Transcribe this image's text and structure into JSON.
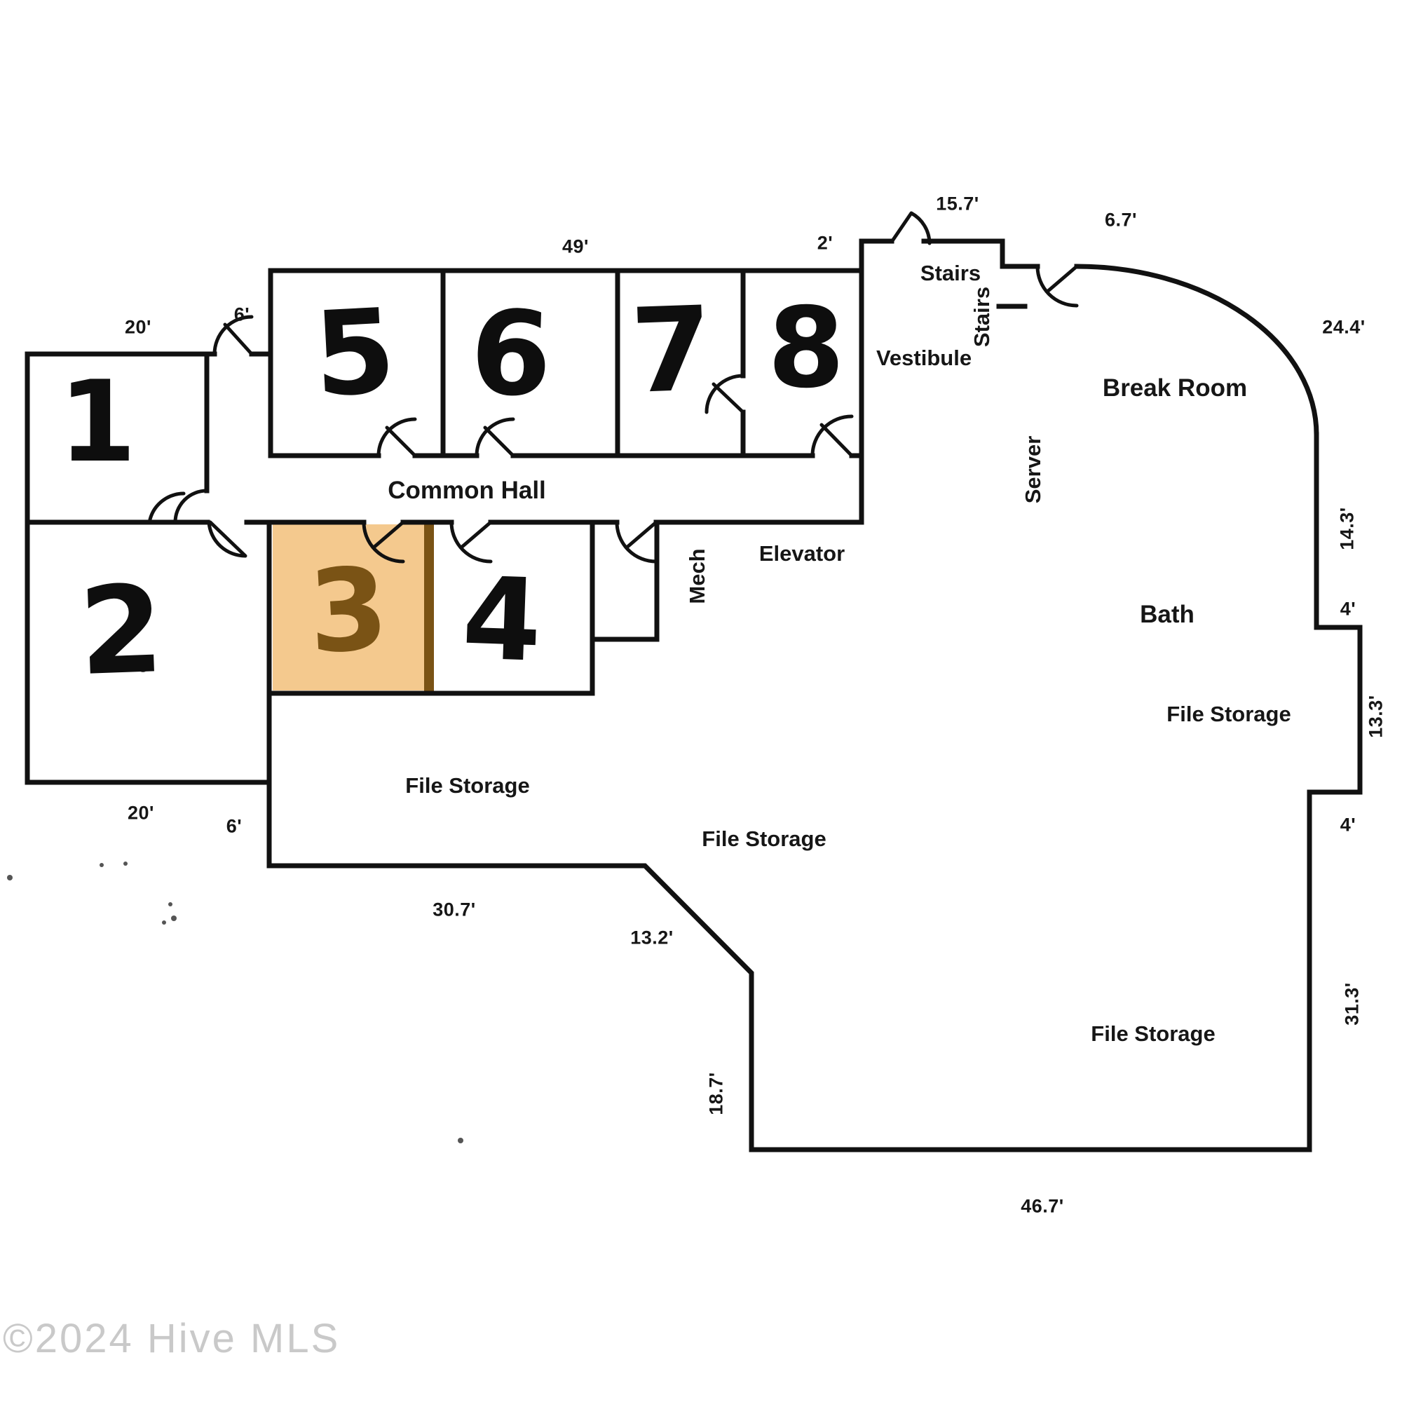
{
  "watermark": {
    "text": "©2024 Hive MLS"
  },
  "units": {
    "u1": "1",
    "u2": "2",
    "u3": "3",
    "u4": "4",
    "u5": "5",
    "u6": "6",
    "u7": "7",
    "u8": "8"
  },
  "labels": {
    "common_hall": "Common Hall",
    "vestibule": "Vestibule",
    "stairs_top": "Stairs",
    "stairs_side": "Stairs",
    "server": "Server",
    "break_room": "Break Room",
    "elevator": "Elevator",
    "mech": "Mech",
    "bath": "Bath",
    "file_storage_right": "File Storage",
    "file_storage_left": "File Storage",
    "file_storage_center": "File Storage",
    "file_storage_bottom": "File Storage"
  },
  "dimensions": {
    "unit1_width": "20'",
    "entry_door": "6'",
    "units_5_8_width": "49'",
    "vestibule_jog": "2'",
    "vestibule_width": "15.7'",
    "stairs_door": "6.7'",
    "break_room_curve": "24.4'",
    "right_wall_upper": "14.3'",
    "right_step_upper": "4'",
    "right_wall_mid": "13.3'",
    "right_step_lower": "4'",
    "right_wall_lower": "31.3'",
    "unit2_width": "20'",
    "left_step": "6'",
    "file_storage_width": "30.7'",
    "diagonal_wall": "13.2'",
    "bottom_notch": "18.7'",
    "bottom_width": "46.7'"
  },
  "colors": {
    "background": "#ffffff",
    "wall": "#111111",
    "text": "#161616",
    "unit3_fill": "#f4c98e",
    "unit3_accent": "#7a5315",
    "watermark": "#c9c9c9"
  }
}
